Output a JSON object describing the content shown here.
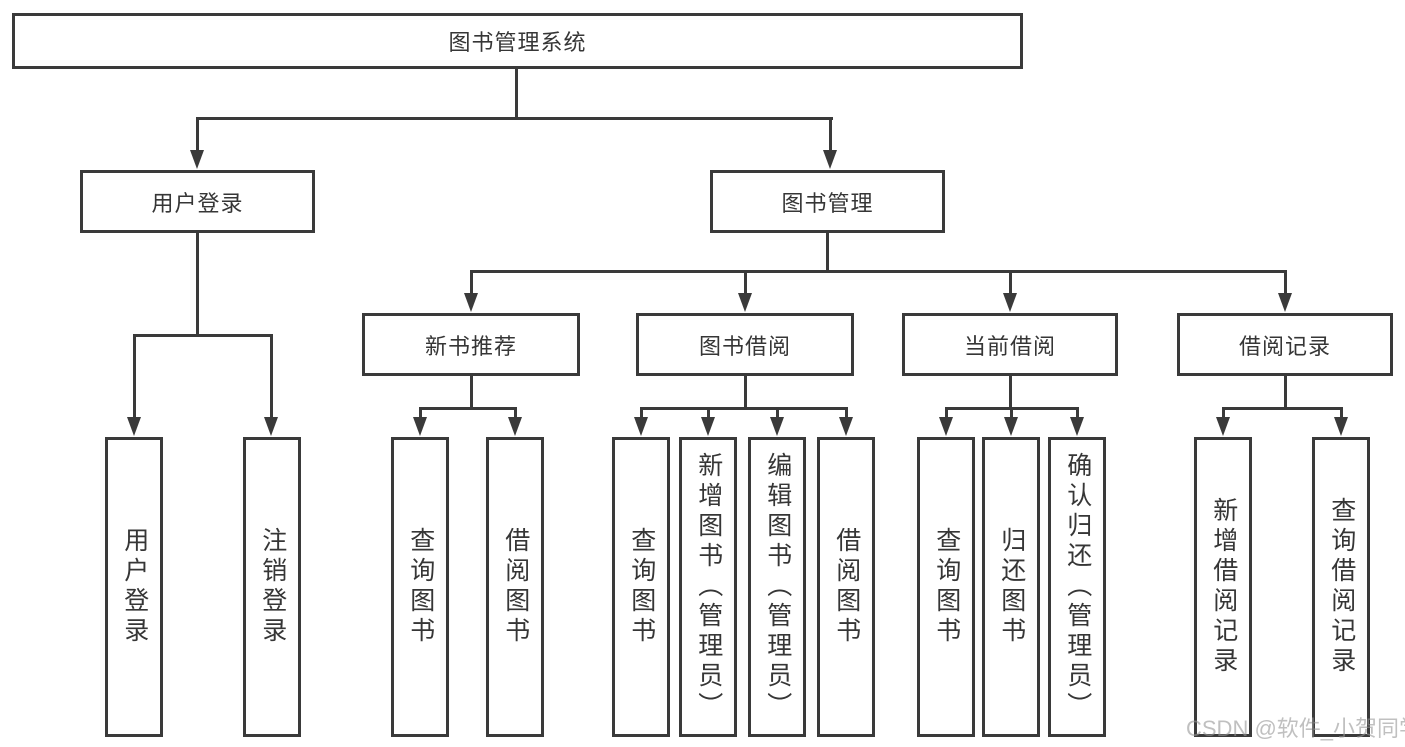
{
  "colors": {
    "line": "#3a3a3a",
    "text": "#363636",
    "background": "#ffffff",
    "watermark": "#969696"
  },
  "watermark": {
    "text": "CSDN @软件_小贺同学"
  },
  "tree": {
    "label": "图书管理系统",
    "children": [
      {
        "label": "用户登录",
        "children": [
          "用户登录",
          "注销登录"
        ]
      },
      {
        "label": "图书管理",
        "children": [
          {
            "label": "新书推荐",
            "children": [
              "查询图书",
              "借阅图书"
            ]
          },
          {
            "label": "图书借阅",
            "children": [
              "查询图书",
              "新增图书（管理员）",
              "编辑图书（管理员）",
              "借阅图书"
            ]
          },
          {
            "label": "当前借阅",
            "children": [
              "查询图书",
              "归还图书",
              "确认归还（管理员）"
            ]
          },
          {
            "label": "借阅记录",
            "children": [
              "新增借阅记录",
              "查询借阅记录"
            ]
          }
        ]
      }
    ]
  }
}
